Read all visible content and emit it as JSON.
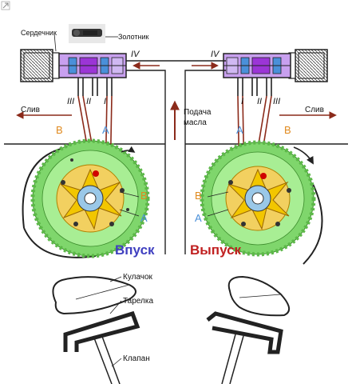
{
  "labels": {
    "core": "Сердечник",
    "spool": "Золотник",
    "port_iv": "IV",
    "port_i": "I",
    "port_ii": "II",
    "port_iii": "III",
    "drain": "Слив",
    "oil_feed_line1": "Подача",
    "oil_feed_line2": "масла",
    "chamber_a": "A",
    "chamber_b": "B",
    "intake": "Впуск",
    "exhaust": "Выпуск",
    "cam": "Кулачок",
    "plate": "Тарелка",
    "valve": "Клапан"
  },
  "colors": {
    "oil_a": "#4a90d9",
    "oil_b": "#e08a1e",
    "rotor_green": "#8ee07a",
    "vane_yellow": "#f2c600",
    "solenoid_purple": "#9b35d6",
    "pipe_red": "#8b2a1a",
    "intake_text": "#4040c0",
    "exhaust_text": "#c02020"
  },
  "icons": {
    "corner_mark": "expand-icon"
  }
}
